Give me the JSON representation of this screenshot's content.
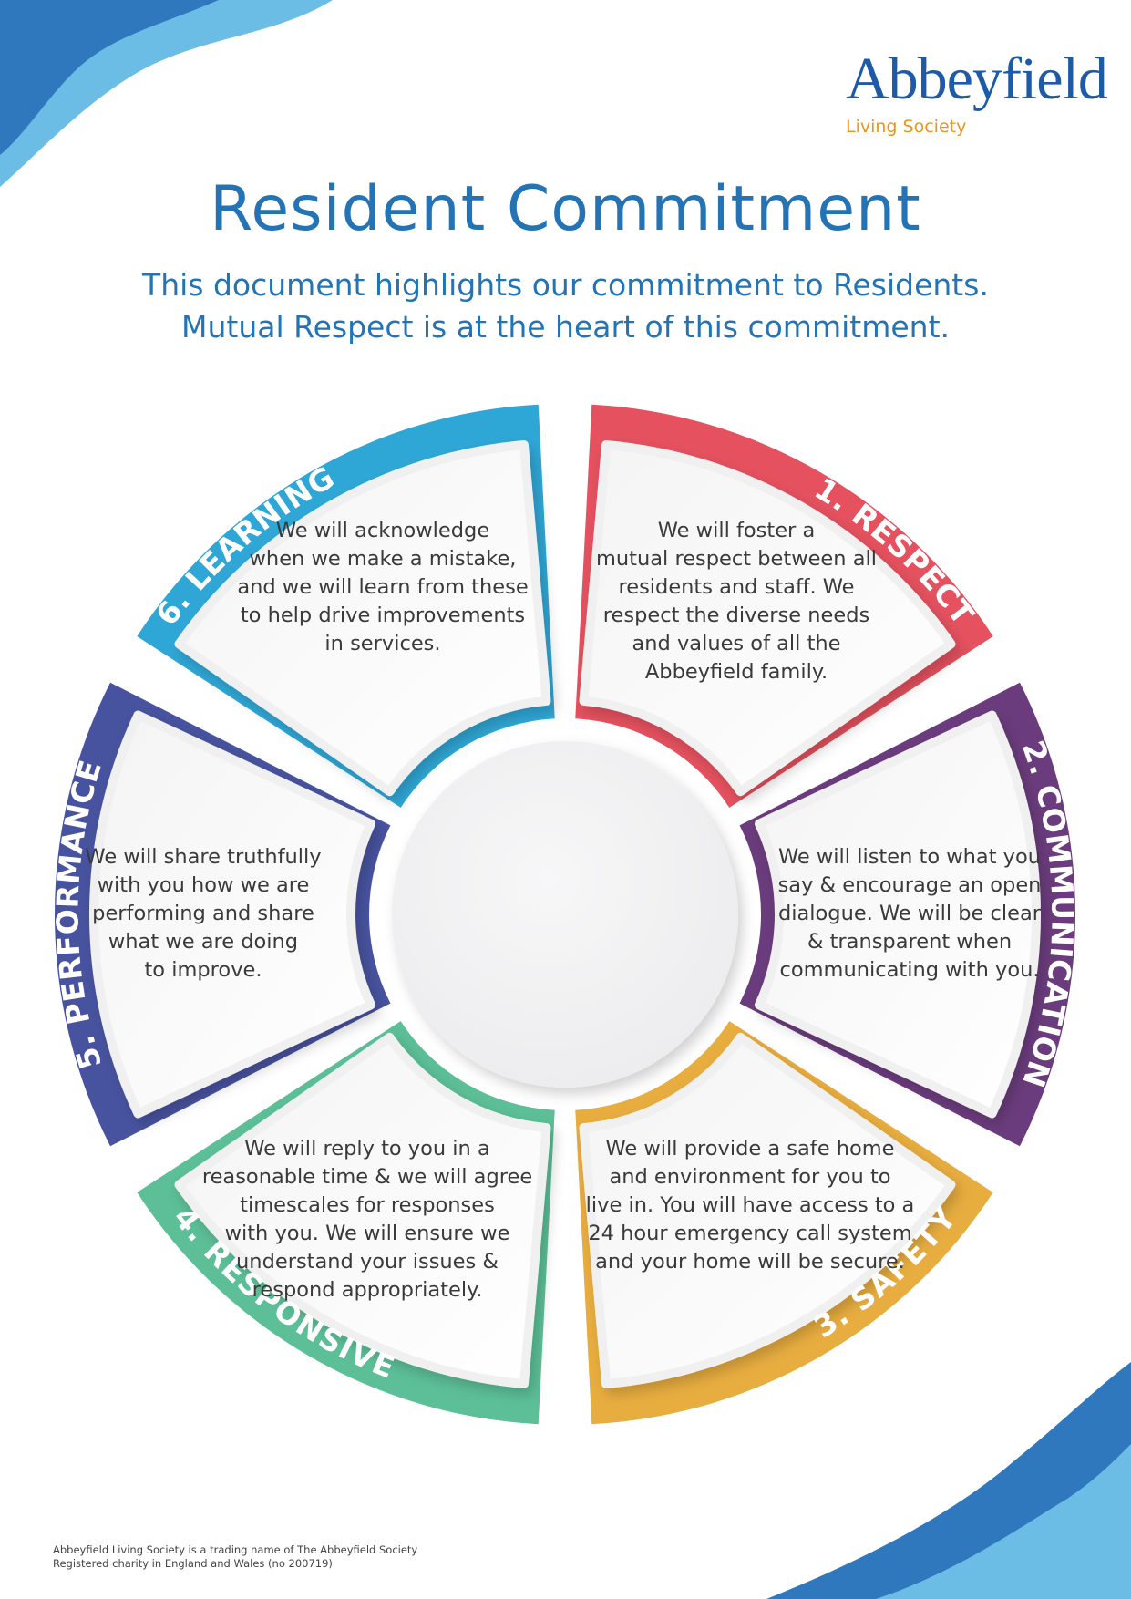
{
  "logo": {
    "name": "Abbeyfield",
    "tagline": "Living Society"
  },
  "title": "Resident Commitment",
  "subtitle": [
    "This document highlights our commitment to Residents.",
    "Mutual Respect is at the heart of this commitment."
  ],
  "segments": [
    {
      "label": "1. RESPECT",
      "color": "#e5515f",
      "lines": [
        "We will foster a",
        "mutual respect between all",
        "residents and staff. We",
        "respect the diverse needs",
        "and values of all the",
        "Abbeyfield family."
      ]
    },
    {
      "label": "2. COMMUNICATION",
      "color": "#6b3c7d",
      "lines": [
        "We will listen to what you",
        "say & encourage an open",
        "dialogue. We will be clear",
        "& transparent when",
        "communicating with you."
      ]
    },
    {
      "label": "3. SAFETY",
      "color": "#e8ad3f",
      "lines": [
        "We will provide a safe home",
        "and environment for you to",
        "live in. You will have access to a",
        "24 hour emergency call system",
        "and your home will be secure."
      ]
    },
    {
      "label": "4. RESPONSIVE",
      "color": "#5cbf97",
      "lines": [
        "We will reply to you in a",
        "reasonable time & we will agree",
        "timescales for responses",
        "with you. We will ensure we",
        "understand your issues &",
        "respond appropriately."
      ]
    },
    {
      "label": "5. PERFORMANCE",
      "color": "#4853a0",
      "lines": [
        "We will share truthfully",
        "with you how we are",
        "performing and share",
        "what we are doing",
        "to improve."
      ]
    },
    {
      "label": "6. LEARNING",
      "color": "#2fa7d6",
      "lines": [
        "We will acknowledge",
        "when we make a mistake,",
        "and we will learn from these",
        "to help drive improvements",
        "in services."
      ]
    }
  ],
  "footer": [
    "Abbeyfield Living Society is a trading name of The Abbeyfield Society",
    "Registered charity in England and Wales (no 200719)"
  ],
  "colors": {
    "brand_blue": "#2474b5",
    "corner_blue": "#2f78bd",
    "corner_light": "#6cbde6"
  }
}
